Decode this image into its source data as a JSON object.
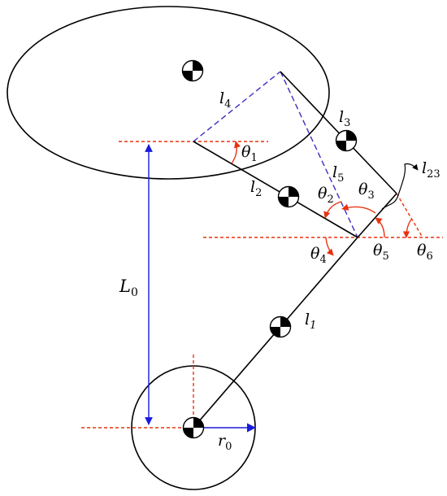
{
  "labels": {
    "l1": {
      "main": "l",
      "sub": "1"
    },
    "l2": {
      "main": "l",
      "sub": "2"
    },
    "l3": {
      "main": "l",
      "sub": "3"
    },
    "l4": {
      "main": "l",
      "sub": "4"
    },
    "l5": {
      "main": "l",
      "sub": "5"
    },
    "l23": {
      "main": "l",
      "sub": "23"
    },
    "L0": {
      "main": "L",
      "sub": "0"
    },
    "r0": {
      "main": "r",
      "sub": "0"
    },
    "theta1": {
      "main": "θ",
      "sub": "1"
    },
    "theta2": {
      "main": "θ",
      "sub": "2"
    },
    "theta3": {
      "main": "θ",
      "sub": "3"
    },
    "theta4": {
      "main": "θ",
      "sub": "4"
    },
    "theta5": {
      "main": "θ",
      "sub": "5"
    },
    "theta6": {
      "main": "θ",
      "sub": "6"
    }
  },
  "colors": {
    "link": "#000000",
    "reference_line": "#e8320f",
    "dimension": "#1a1adc",
    "virtual_link": "#3a2fc0"
  },
  "icons": {
    "center_of_mass": "center-of-mass-icon"
  }
}
